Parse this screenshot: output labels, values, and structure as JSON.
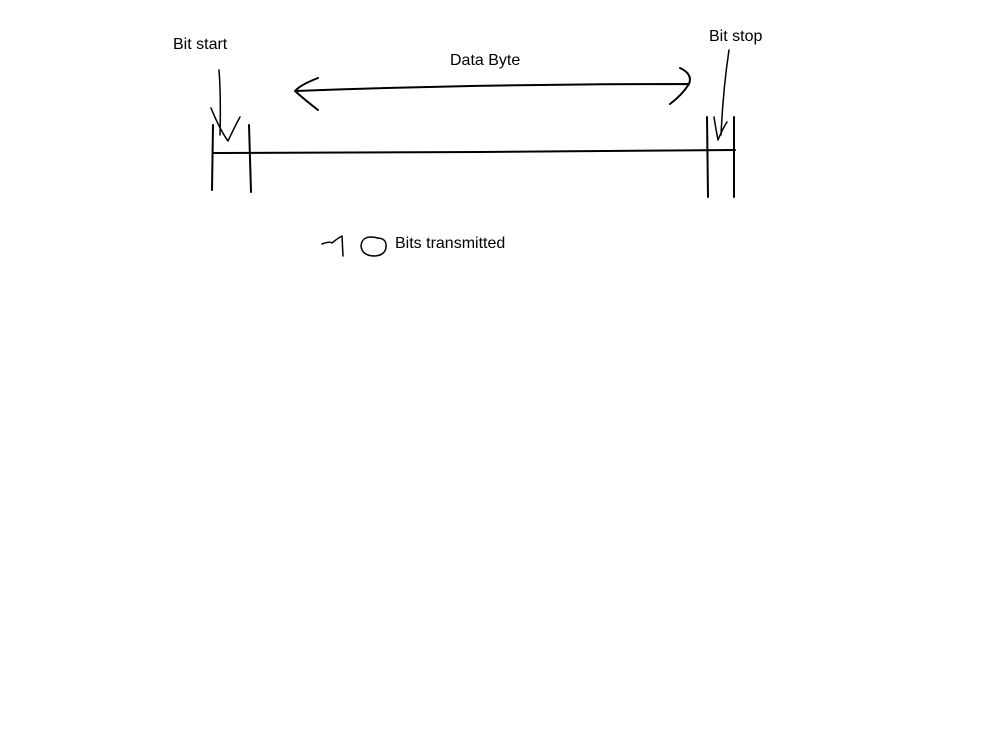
{
  "labels": {
    "bit_start": "Bit start",
    "data_byte": "Data Byte",
    "bit_stop": "Bit stop",
    "bits_transmitted": "Bits transmitted"
  },
  "handwritten_count": "10",
  "stroke_color": "#000000"
}
